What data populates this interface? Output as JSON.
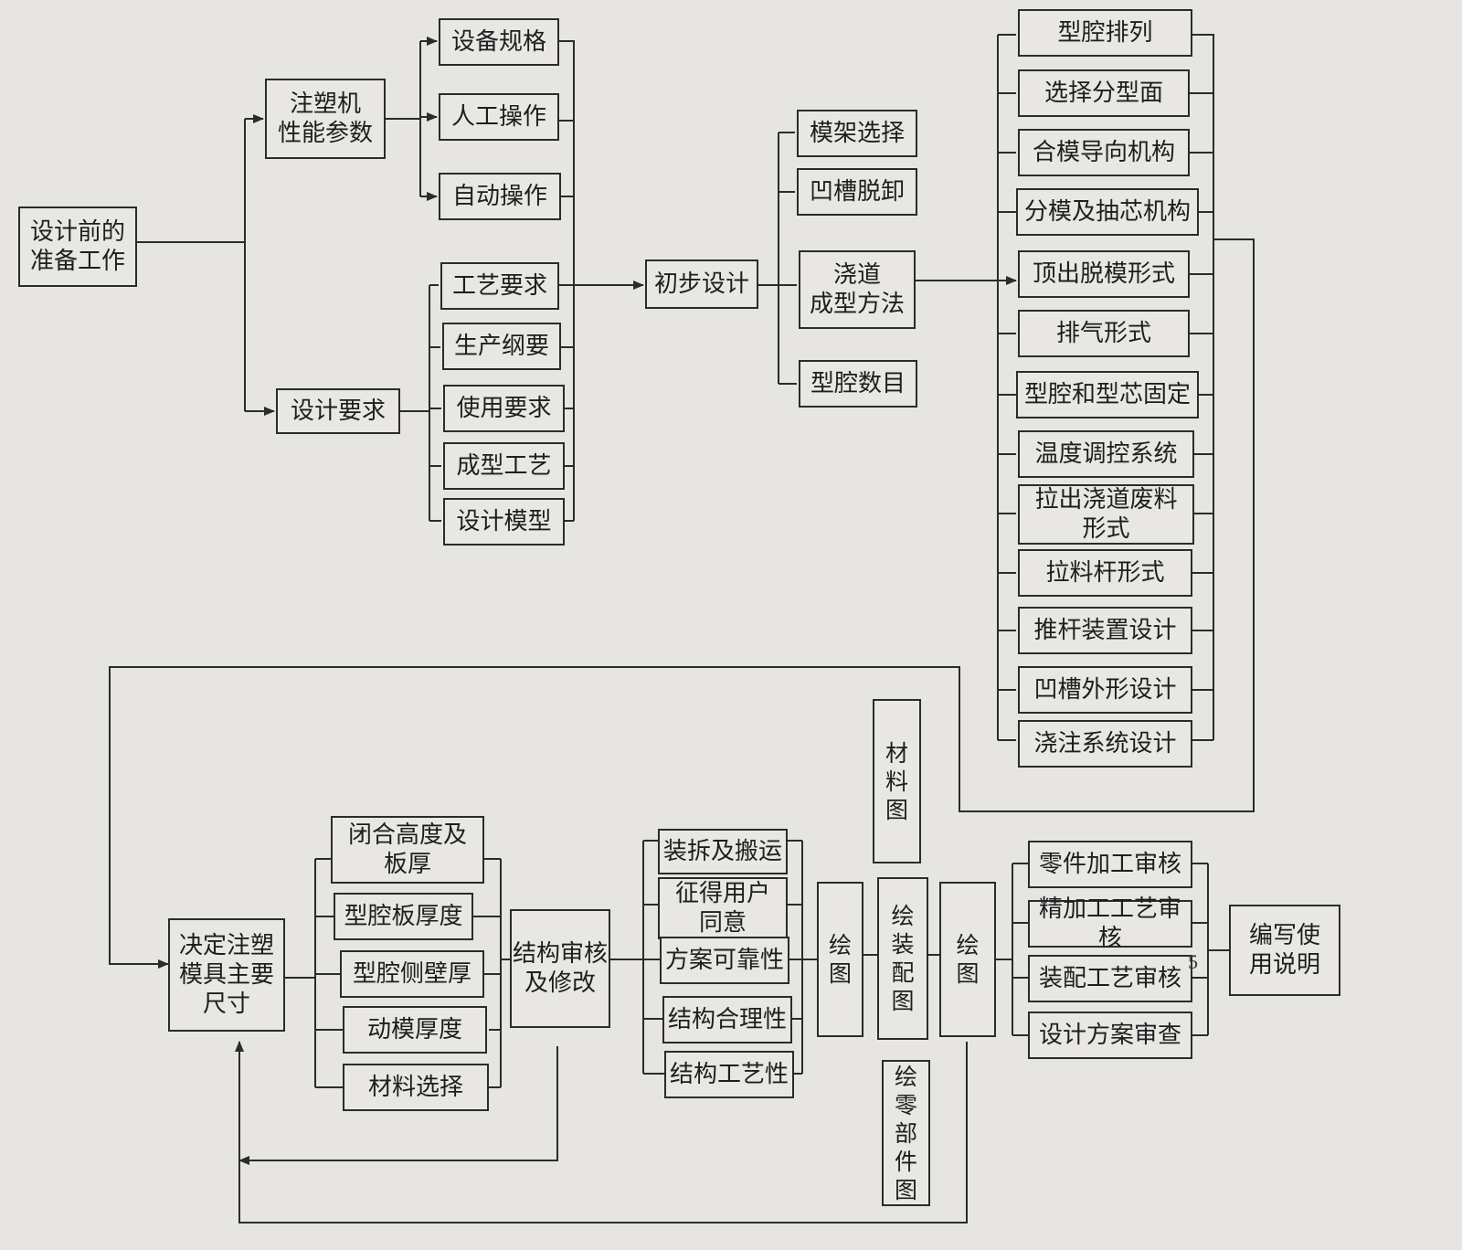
{
  "nodes": {
    "prep": "设计前的\n准备工作",
    "machine": "注塑机\n性能参数",
    "spec": "设备规格",
    "manual": "人工操作",
    "auto": "自动操作",
    "req": "设计要求",
    "process_req": "工艺要求",
    "production": "生产纲要",
    "usage": "使用要求",
    "molding": "成型工艺",
    "model": "设计模型",
    "prelim": "初步设计",
    "base": "模架选择",
    "undercut": "凹槽脱卸",
    "gating": "浇道\n成型方法",
    "cavities": "型腔数目",
    "layout": "型腔排列",
    "parting": "选择分型面",
    "guide": "合模导向机构",
    "core_pull": "分模及抽芯机构",
    "ejection": "顶出脱模形式",
    "vent": "排气形式",
    "fixing": "型腔和型芯固定",
    "temp": "温度调控系统",
    "sprue_pull": "拉出浇道废料\n形式",
    "puller": "拉料杆形式",
    "pusher": "推杆装置设计",
    "groove": "凹槽外形设计",
    "pouring": "浇注系统设计",
    "decide": "决定注塑\n模具主要\n尺寸",
    "closed": "闭合高度及\n板厚",
    "cav_plate": "型腔板厚度",
    "sidewall": "型腔侧壁厚",
    "moving": "动模厚度",
    "material": "材料选择",
    "review": "结构审核\n及修改",
    "transport": "装拆及搬运",
    "consent": "征得用户\n同意",
    "reliable": "方案可靠性",
    "rational": "结构合理性",
    "craft": "结构工艺性",
    "draw1": "绘\n图",
    "matdraw": "材\n料\n图",
    "assembly": "绘\n装\n配\n图",
    "parts": "绘\n零\n部\n件\n图",
    "draw2": "绘\n图",
    "part_audit": "零件加工审核",
    "finish_audit": "精加工工艺审核",
    "assy_audit": "装配工艺审核",
    "plan_audit": "设计方案审查",
    "manual_doc": "编写使\n用说明"
  },
  "page_number": "5"
}
